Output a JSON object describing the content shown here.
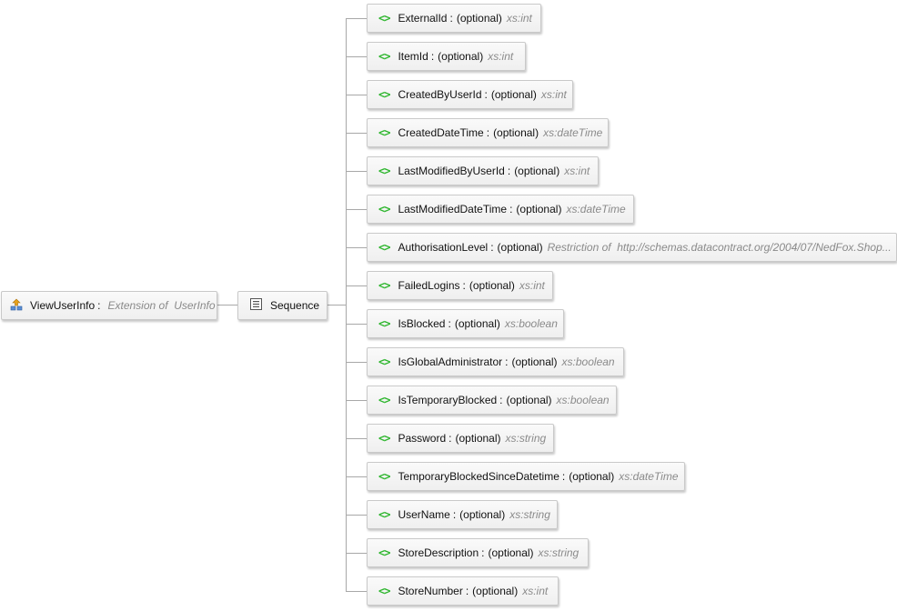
{
  "root": {
    "name": "ViewUserInfo",
    "separator": ":",
    "extension_label": "Extension of  UserInfo",
    "icon": "complex-type-extension-icon"
  },
  "compositor": {
    "label": "Sequence",
    "icon": "sequence-icon"
  },
  "element_icon": "<>",
  "elements": [
    {
      "name": "ExternalId",
      "sep": ":",
      "occurs": "(optional)",
      "type": "xs:int"
    },
    {
      "name": "ItemId",
      "sep": ":",
      "occurs": "(optional)",
      "type": "xs:int"
    },
    {
      "name": "CreatedByUserId",
      "sep": ":",
      "occurs": "(optional)",
      "type": "xs:int"
    },
    {
      "name": "CreatedDateTime",
      "sep": ":",
      "occurs": "(optional)",
      "type": "xs:dateTime"
    },
    {
      "name": "LastModifiedByUserId",
      "sep": ":",
      "occurs": "(optional)",
      "type": "xs:int"
    },
    {
      "name": "LastModifiedDateTime",
      "sep": ":",
      "occurs": "(optional)",
      "type": "xs:dateTime"
    },
    {
      "name": "AuthorisationLevel",
      "sep": ":",
      "occurs": "(optional)",
      "type": "Restriction of  http://schemas.datacontract.org/2004/07/NedFox.Shop..."
    },
    {
      "name": "FailedLogins",
      "sep": ":",
      "occurs": "(optional)",
      "type": "xs:int"
    },
    {
      "name": "IsBlocked",
      "sep": ":",
      "occurs": "(optional)",
      "type": "xs:boolean"
    },
    {
      "name": "IsGlobalAdministrator",
      "sep": ":",
      "occurs": "(optional)",
      "type": "xs:boolean"
    },
    {
      "name": "IsTemporaryBlocked",
      "sep": ":",
      "occurs": "(optional)",
      "type": "xs:boolean"
    },
    {
      "name": "Password",
      "sep": ":",
      "occurs": "(optional)",
      "type": "xs:string"
    },
    {
      "name": "TemporaryBlockedSinceDatetime",
      "sep": ":",
      "occurs": "(optional)",
      "type": "xs:dateTime"
    },
    {
      "name": "UserName",
      "sep": ":",
      "occurs": "(optional)",
      "type": "xs:string"
    },
    {
      "name": "StoreDescription",
      "sep": ":",
      "occurs": "(optional)",
      "type": "xs:string"
    },
    {
      "name": "StoreNumber",
      "sep": ":",
      "occurs": "(optional)",
      "type": "xs:int"
    }
  ],
  "colors": {
    "element_icon": "#2bb52b",
    "type_text": "#8a8a8a",
    "connector": "#a8a8a8",
    "node_border": "#c9c9c9"
  }
}
